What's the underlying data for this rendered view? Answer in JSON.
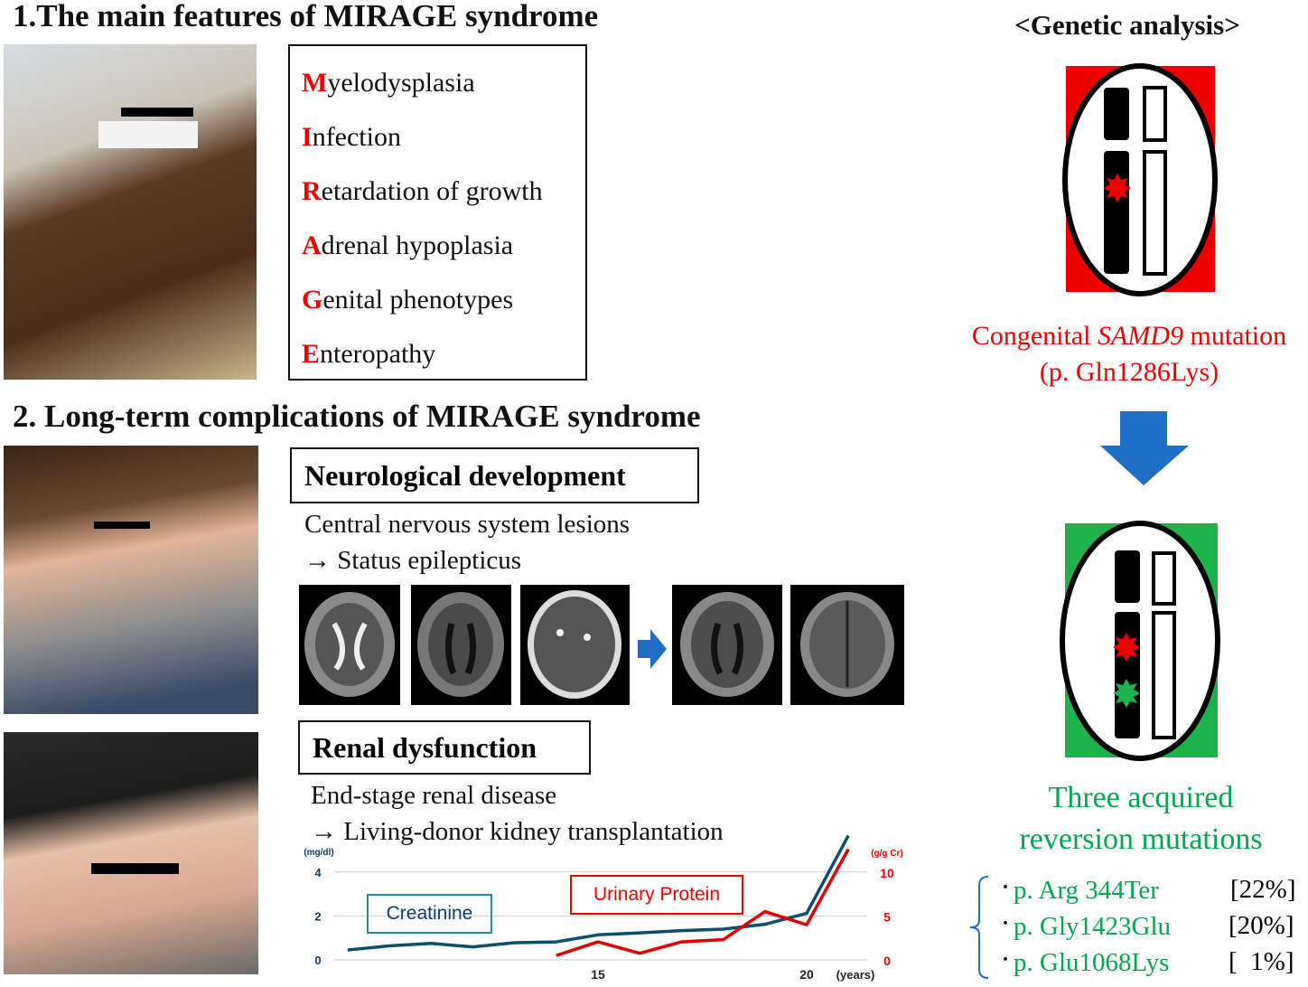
{
  "section1": {
    "title": "1.The main features of MIRAGE syndrome",
    "features": [
      {
        "letter": "M",
        "rest": "yelodysplasia"
      },
      {
        "letter": "I",
        "rest": "nfection"
      },
      {
        "letter": "R",
        "rest": "etardation of growth"
      },
      {
        "letter": "A",
        "rest": "drenal hypoplasia"
      },
      {
        "letter": "G",
        "rest": "enital phenotypes"
      },
      {
        "letter": "E",
        "rest": "nteropathy"
      }
    ]
  },
  "section2": {
    "title": "2. Long-term complications of MIRAGE syndrome",
    "neuro": {
      "heading": "Neurological development",
      "line1": "Central nervous system lesions",
      "line2": "→ Status epilepticus"
    },
    "renal": {
      "heading": "Renal dysfunction",
      "line1": "End-stage renal disease",
      "line2": "→ Living-donor kidney transplantation"
    }
  },
  "genetic": {
    "title": "<Genetic analysis>",
    "congenital_prefix": "Congenital ",
    "congenital_gene": "SAMD9",
    "congenital_suffix": " mutation",
    "congenital_variant": "(p. Gln1286Lys)",
    "acquired_line1": "Three acquired",
    "acquired_line2": "reversion mutations",
    "mutations": [
      {
        "name": "p. Arg 344Ter",
        "pct": "[22%]"
      },
      {
        "name": "p. Gly1423Glu",
        "pct": "[20%]"
      },
      {
        "name": "p. Glu1068Lys",
        "pct": "[  1%]"
      }
    ],
    "colors": {
      "congenital": "#ee0000",
      "acquired": "#00a651",
      "arrow": "#1f6fc6"
    }
  },
  "chart_data": {
    "type": "line",
    "xlabel": "(years)",
    "ylabel_left": "(mg/dl)",
    "ylabel_right": "(g/g Cr)",
    "x_ticks": [
      15,
      20
    ],
    "y_left_ticks": [
      0,
      2,
      4
    ],
    "y_right_ticks": [
      0,
      5,
      10
    ],
    "y_left_range": [
      0,
      5.8
    ],
    "y_right_range": [
      0,
      14.5
    ],
    "grid": true,
    "series": [
      {
        "name": "Creatinine",
        "axis": "left",
        "color": "#0d4f6e",
        "x": [
          9,
          10,
          11,
          12,
          13,
          14,
          15,
          16,
          17,
          18,
          19,
          20,
          21
        ],
        "y": [
          0.45,
          0.64,
          0.75,
          0.59,
          0.78,
          0.82,
          1.14,
          1.23,
          1.33,
          1.4,
          1.62,
          2.12,
          5.66
        ]
      },
      {
        "name": "Urinary Protein",
        "axis": "right",
        "color": "#e00000",
        "x": [
          14,
          15,
          16,
          17,
          18,
          19,
          20,
          21
        ],
        "y": [
          0.5,
          2.05,
          0.75,
          2.05,
          2.3,
          5.5,
          4.0,
          12.6
        ]
      }
    ]
  }
}
